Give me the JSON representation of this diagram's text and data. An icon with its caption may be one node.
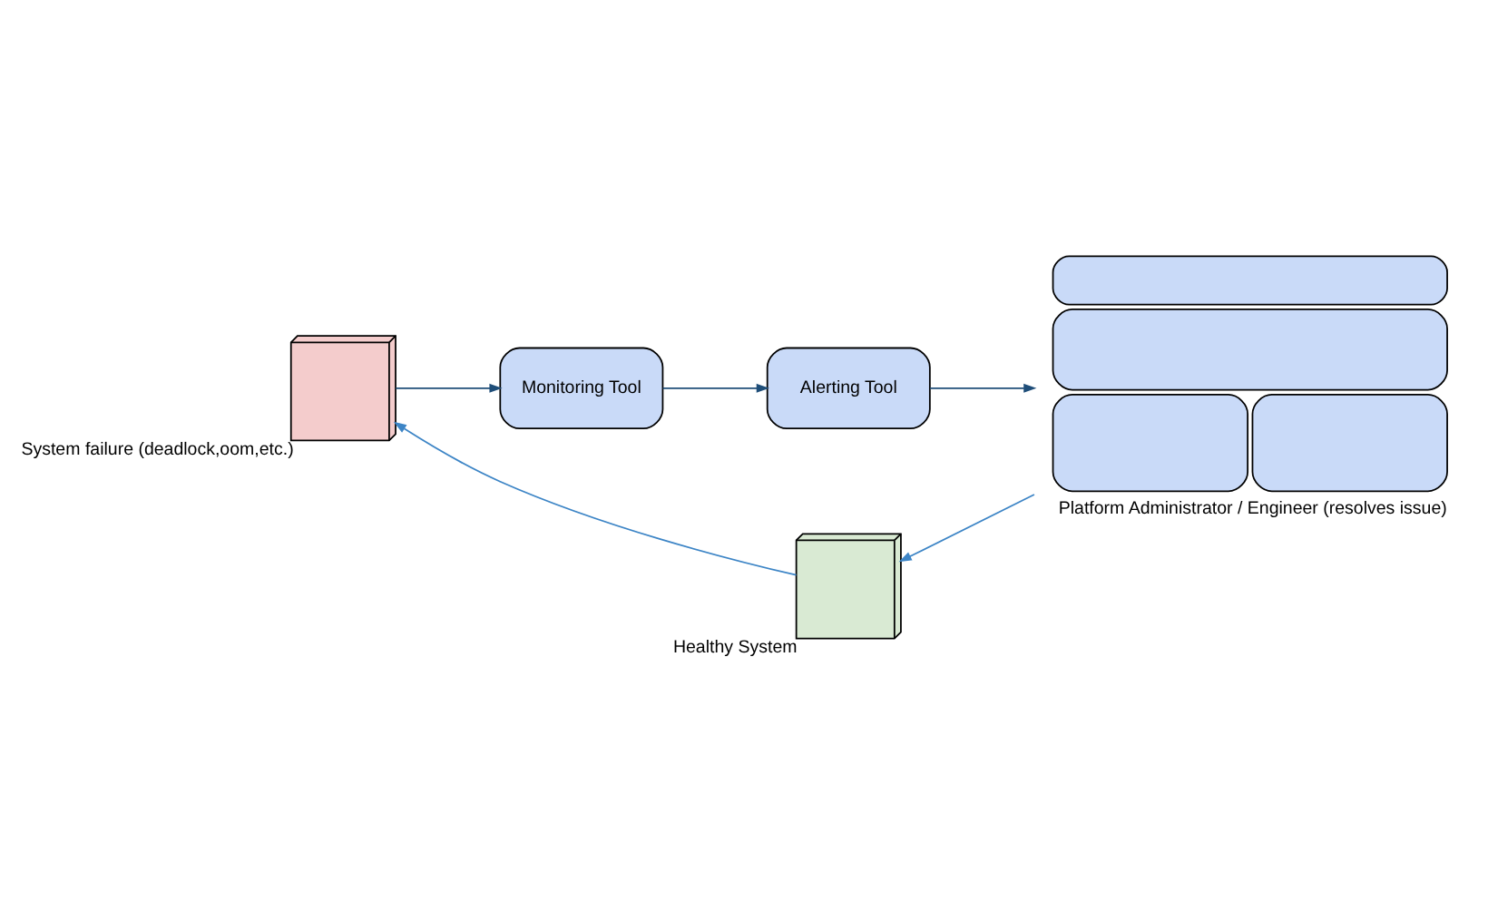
{
  "diagram": {
    "nodes": [
      {
        "text": [],
        "shape": "cube",
        "beside": [
          "System failure (deadlock,oom,etc.)"
        ]
      },
      {
        "text": [
          "Monitoring Tool"
        ]
      },
      {
        "text": [
          "Alerting Tool"
        ]
      },
      {
        "text": [],
        "shape": "person",
        "beside": [
          "Platform Administrator / Engineer (resolves issue)"
        ]
      },
      {
        "text": [],
        "shape": "cube",
        "beside": [
          "Healthy System"
        ]
      }
    ],
    "edges": [
      {
        "from": 0,
        "to": 1,
        "arrow": "to"
      },
      {
        "from": 1,
        "to": 2,
        "arrow": "to"
      },
      {
        "from": 2,
        "to": 3,
        "arrow": "to"
      },
      {
        "from": 3,
        "to": 4,
        "arrow": "to",
        "color": "#3d85c6"
      },
      {
        "from": 4,
        "to": 0,
        "arrow": "to",
        "color": "#3d85c6"
      }
    ]
  }
}
